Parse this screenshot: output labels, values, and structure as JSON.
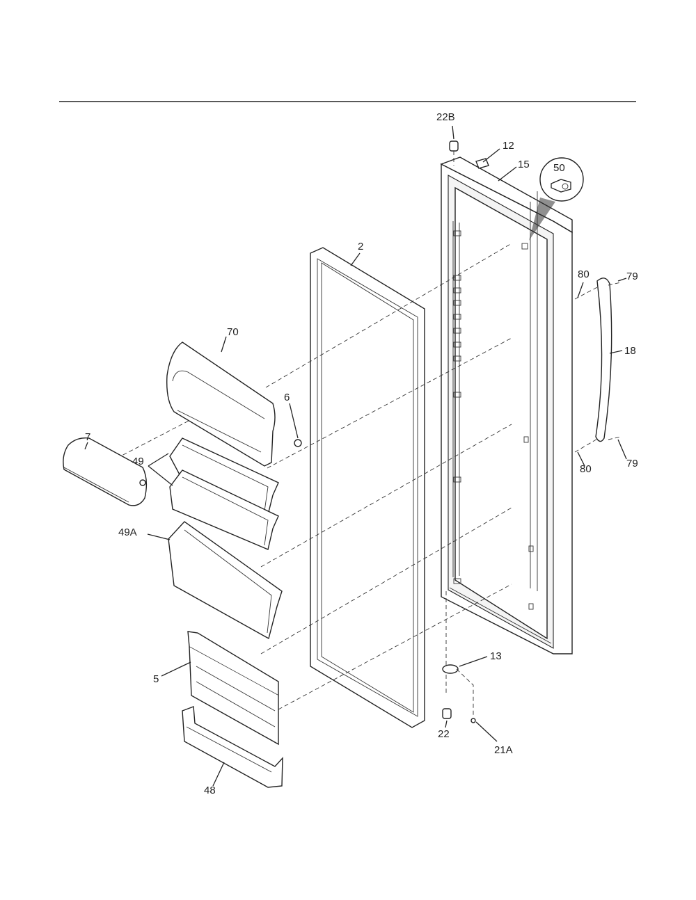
{
  "diagram": {
    "callouts": [
      {
        "id": "c22b",
        "text": "22B"
      },
      {
        "id": "c12",
        "text": "12"
      },
      {
        "id": "c15",
        "text": "15"
      },
      {
        "id": "c50",
        "text": "50"
      },
      {
        "id": "c2",
        "text": "2"
      },
      {
        "id": "c80a",
        "text": "80"
      },
      {
        "id": "c79a",
        "text": "79"
      },
      {
        "id": "c70",
        "text": "70"
      },
      {
        "id": "c18",
        "text": "18"
      },
      {
        "id": "c6",
        "text": "6"
      },
      {
        "id": "c7",
        "text": "7"
      },
      {
        "id": "c49",
        "text": "49"
      },
      {
        "id": "c80b",
        "text": "80"
      },
      {
        "id": "c79b",
        "text": "79"
      },
      {
        "id": "c49a",
        "text": "49A"
      },
      {
        "id": "c13",
        "text": "13"
      },
      {
        "id": "c5",
        "text": "5"
      },
      {
        "id": "c22",
        "text": "22"
      },
      {
        "id": "c21a",
        "text": "21A"
      },
      {
        "id": "c48",
        "text": "48"
      }
    ],
    "colors": {
      "line": "#222222",
      "background": "#ffffff"
    }
  }
}
